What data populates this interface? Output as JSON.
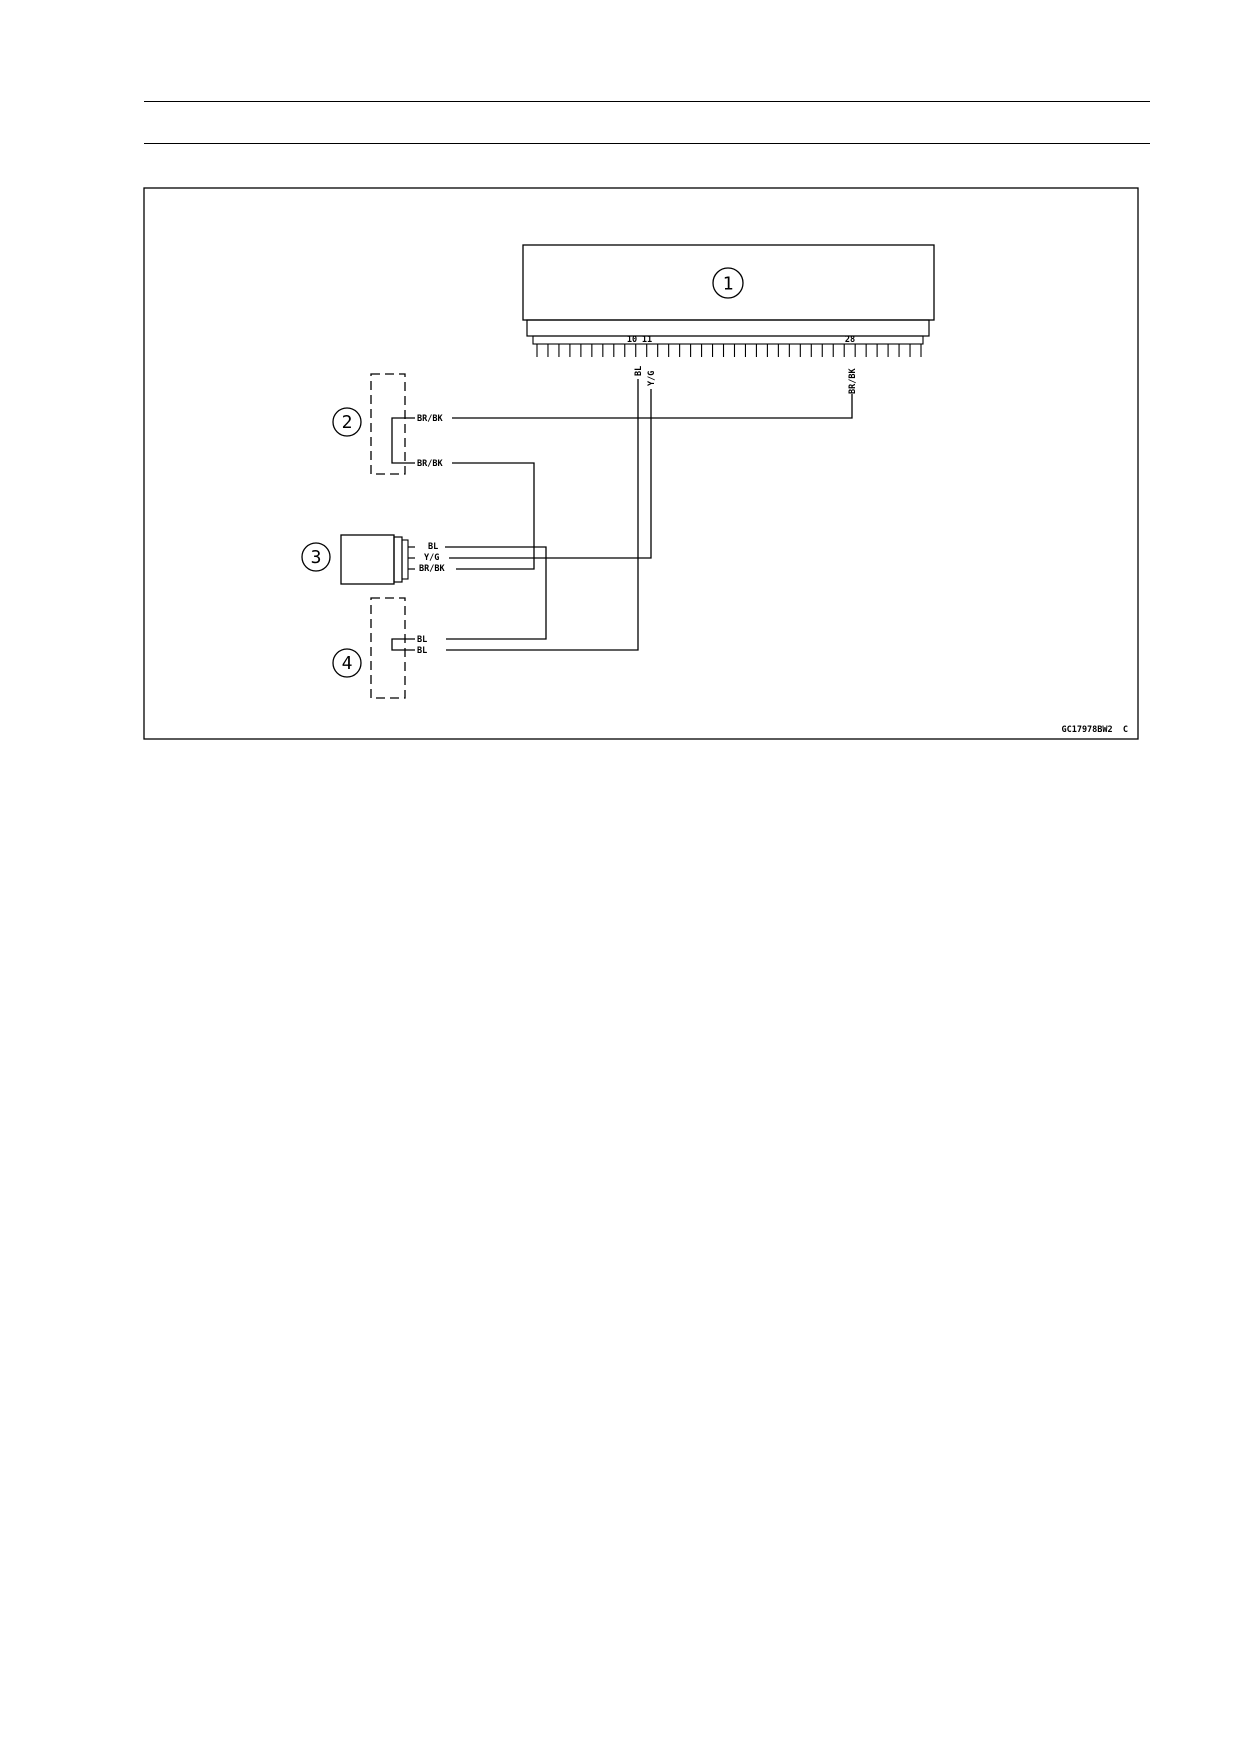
{
  "callouts": [
    "1",
    "2",
    "3",
    "4"
  ],
  "ecu_pins": {
    "pins_a": "10",
    "pins_b": "11",
    "pin_c": "28"
  },
  "wire_colors": {
    "ecu_bl": "BL",
    "ecu_yg": "Y/G",
    "ecu_brbk": "BR/BK",
    "c2_upper": "BR/BK",
    "c2_lower": "BR/BK",
    "c3_bl": "BL",
    "c3_yg": "Y/G",
    "c3_brbk": "BR/BK",
    "c4_upper": "BL",
    "c4_lower": "BL"
  },
  "figure_code": "GC17978BW2  C"
}
